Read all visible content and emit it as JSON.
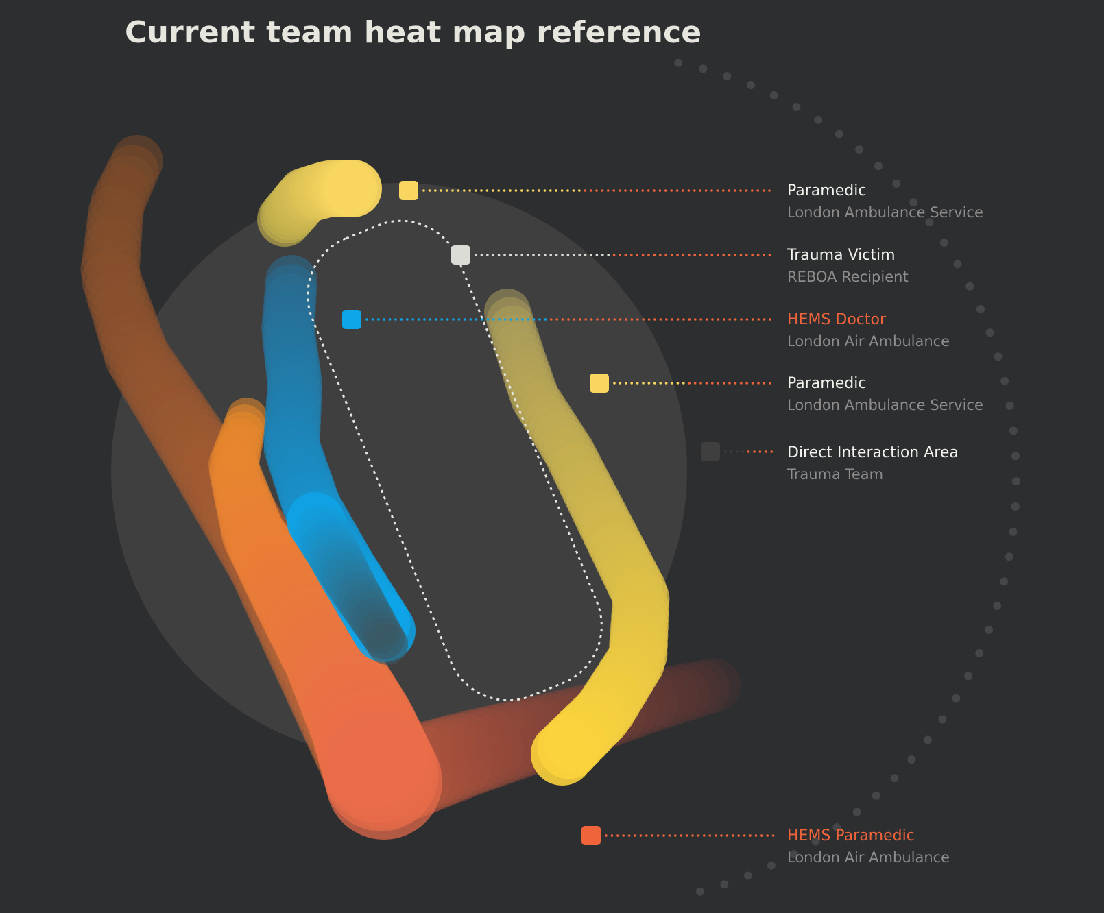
{
  "title": "Current team heat map reference",
  "legend": [
    {
      "role": "Paramedic",
      "org": "London Ambulance Service",
      "color": "#f8d660",
      "accent": false
    },
    {
      "role": "Trauma Victim",
      "org": "REBOA Recipient",
      "color": "#dcdcd6",
      "accent": false
    },
    {
      "role": "HEMS Doctor",
      "org": "London Air Ambulance",
      "color": "#0ea5e9",
      "accent": true
    },
    {
      "role": "Paramedic",
      "org": "London Ambulance Service",
      "color": "#f8d660",
      "accent": false
    },
    {
      "role": "Direct Interaction Area",
      "org": "Trauma Team",
      "color": "#3f3f3f",
      "accent": false
    },
    {
      "role": "HEMS Paramedic",
      "org": "London Air Ambulance",
      "color": "#f0643c",
      "accent": true
    }
  ],
  "colors": {
    "background": "#2d2e30",
    "circle": "#3f3f40",
    "leader_dots": "#f0643c",
    "orange_trail": "#f09a2c",
    "yellow_trail": "#fbd33c",
    "blue_trail": "#0ea5e9"
  },
  "icons": [
    "swatch-square"
  ]
}
